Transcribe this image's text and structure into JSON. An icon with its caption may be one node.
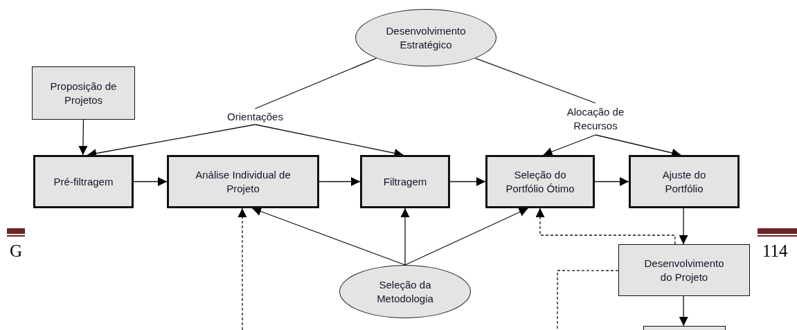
{
  "diagram": {
    "nodes": [
      {
        "text": [
          "Desenvolvimento Estratégico"
        ]
      },
      {
        "text": [
          "Proposição de Projetos"
        ]
      },
      {
        "text": [
          "Orientações"
        ]
      },
      {
        "text": [
          "Alocação de Recursos"
        ]
      },
      {
        "text": [
          "Pré-filtragem"
        ]
      },
      {
        "text": [
          "Análise Individual de Projeto"
        ]
      },
      {
        "text": [
          "Filtragem"
        ]
      },
      {
        "text": [
          "Seleção do Portfólio Ótimo"
        ]
      },
      {
        "text": [
          "Ajuste do Portfólio"
        ]
      },
      {
        "text": [
          "Desenvolvimento do Projeto"
        ]
      },
      {
        "text": [
          "Seleção da Metodologia"
        ]
      },
      {
        "text": [],
        "shape": "box"
      }
    ],
    "edges": [
      {
        "from": 0,
        "to": 2,
        "arrow": "none"
      },
      {
        "from": 0,
        "to": 3,
        "arrow": "none"
      },
      {
        "from": 1,
        "to": 4,
        "arrow": "to"
      },
      {
        "from": 2,
        "to": 4,
        "arrow": "to"
      },
      {
        "from": 2,
        "to": 6,
        "arrow": "to"
      },
      {
        "from": 3,
        "to": 7,
        "arrow": "to"
      },
      {
        "from": 3,
        "to": 8,
        "arrow": "to"
      },
      {
        "from": 4,
        "to": 5,
        "arrow": "to"
      },
      {
        "from": 5,
        "to": 6,
        "arrow": "to"
      },
      {
        "from": 6,
        "to": 7,
        "arrow": "to"
      },
      {
        "from": 7,
        "to": 8,
        "arrow": "to"
      },
      {
        "from": 8,
        "to": 9,
        "arrow": "to"
      },
      {
        "from": 10,
        "to": 5,
        "arrow": "to"
      },
      {
        "from": 10,
        "to": 6,
        "arrow": "to"
      },
      {
        "from": 10,
        "to": 7,
        "arrow": "to"
      },
      {
        "from": 9,
        "to": 11,
        "arrow": "to"
      },
      {
        "from": 9,
        "to": 7,
        "arrow": "to",
        "style": "dashed"
      },
      {
        "from": null,
        "to": 5,
        "arrow": "to",
        "style": "dashed"
      },
      {
        "from": 9,
        "to": null,
        "arrow": "none",
        "style": "dashed"
      }
    ],
    "labels": [
      "G",
      "114"
    ]
  }
}
